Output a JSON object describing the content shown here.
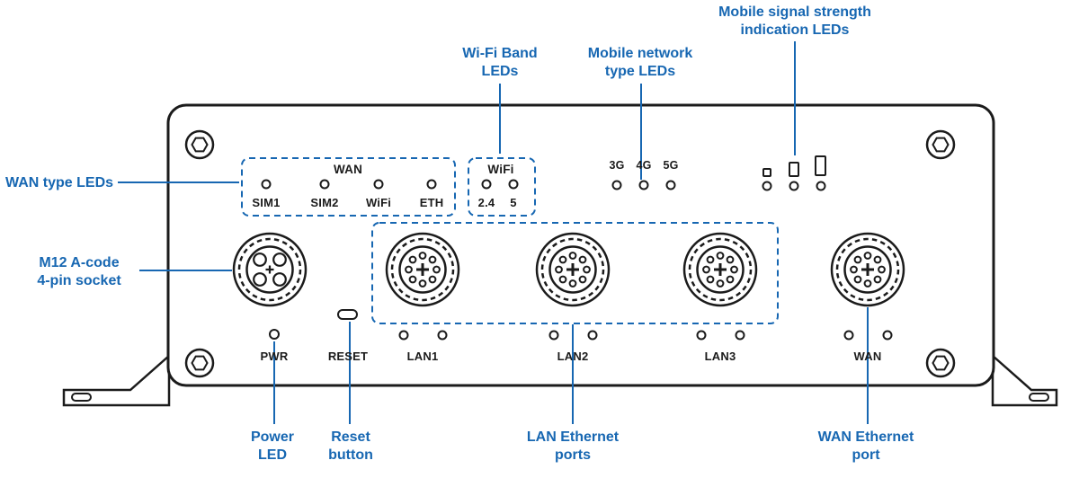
{
  "colors": {
    "blue": "#1767b2",
    "ink": "#1b1b1b",
    "background": "#ffffff"
  },
  "callouts": {
    "mobile_signal": "Mobile signal strength indication LEDs",
    "wifi_band": "Wi-Fi Band LEDs",
    "mobile_network": "Mobile network type LEDs",
    "wan_type": "WAN type LEDs",
    "m12_socket": "M12 A-code 4-pin socket",
    "power_led": "Power LED",
    "reset_button": "Reset button",
    "lan_ports": "LAN Ethernet ports",
    "wan_port": "WAN Ethernet port"
  },
  "panel": {
    "wan_led_group": {
      "title": "WAN",
      "led_labels": [
        "SIM1",
        "SIM2",
        "WiFi",
        "ETH"
      ]
    },
    "wifi_led_group": {
      "title": "WiFi",
      "led_labels": [
        "2.4",
        "5"
      ]
    },
    "mobile_network_leds": [
      "3G",
      "4G",
      "5G"
    ],
    "power_label": "PWR",
    "reset_label": "RESET",
    "port_labels": [
      "LAN1",
      "LAN2",
      "LAN3",
      "WAN"
    ]
  }
}
